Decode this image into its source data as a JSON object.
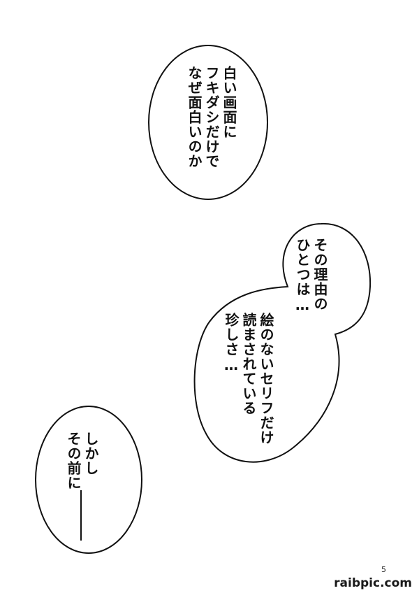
{
  "bubbles": [
    {
      "lines": [
        "白い画面に",
        "フキダシだけで",
        "なぜ面白いのか"
      ]
    },
    {
      "lines": [
        "その理由の",
        "ひとつは…"
      ]
    },
    {
      "lines": [
        "絵のないセリフだけ",
        "読まされている",
        "珍しさ…"
      ]
    },
    {
      "lines": [
        "しかし",
        "その前に"
      ]
    }
  ],
  "page_number": "5",
  "watermark": "raibpic.com"
}
